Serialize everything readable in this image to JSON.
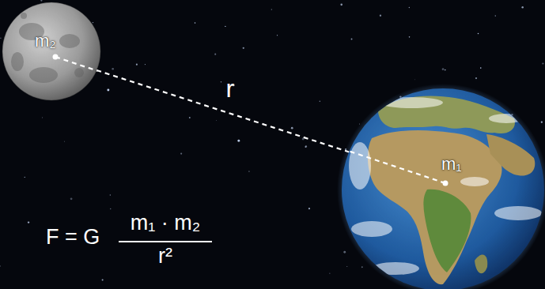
{
  "diagram": {
    "nodes": [
      {
        "text": [
          "m₂"
        ]
      },
      {
        "text": [
          "m₁"
        ]
      }
    ],
    "edges": [
      {
        "from": 0,
        "to": 1,
        "arrow": "none",
        "label": "r"
      }
    ],
    "labels": [
      "F = G",
      "m₁ · m₂",
      "r²"
    ]
  }
}
